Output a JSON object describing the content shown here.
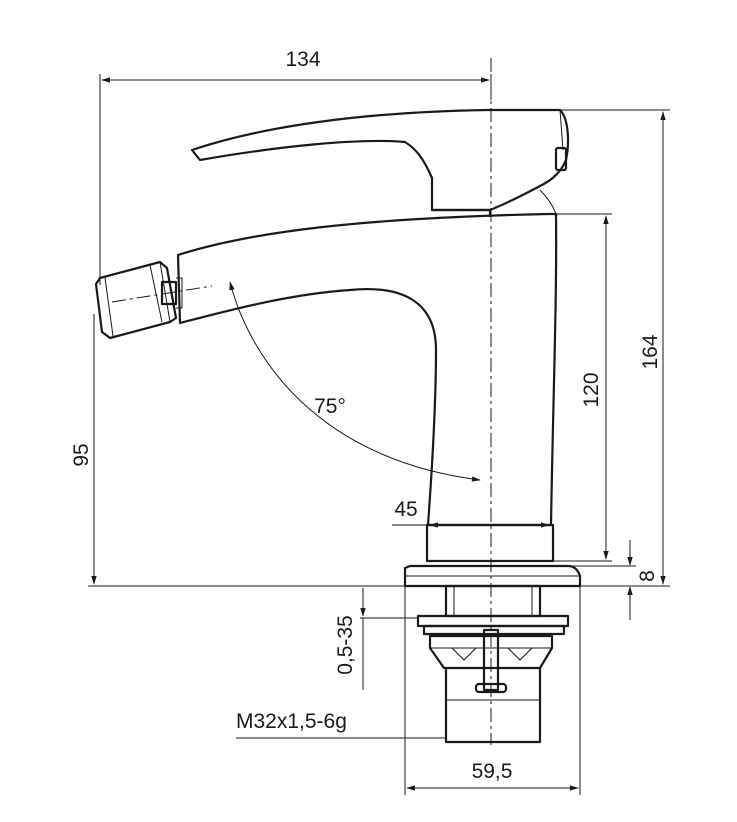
{
  "dimensions": {
    "width_overall": "134",
    "height_overall": "164",
    "height_body": "120",
    "height_spout": "95",
    "base_height": "8",
    "neck_diameter": "45",
    "spray_angle": "75°",
    "mount_thickness": "0,5-35",
    "thread": "M32x1,5-6g",
    "base_diameter": "59,5"
  },
  "colors": {
    "line": "#1a1a1a",
    "background": "#ffffff"
  }
}
